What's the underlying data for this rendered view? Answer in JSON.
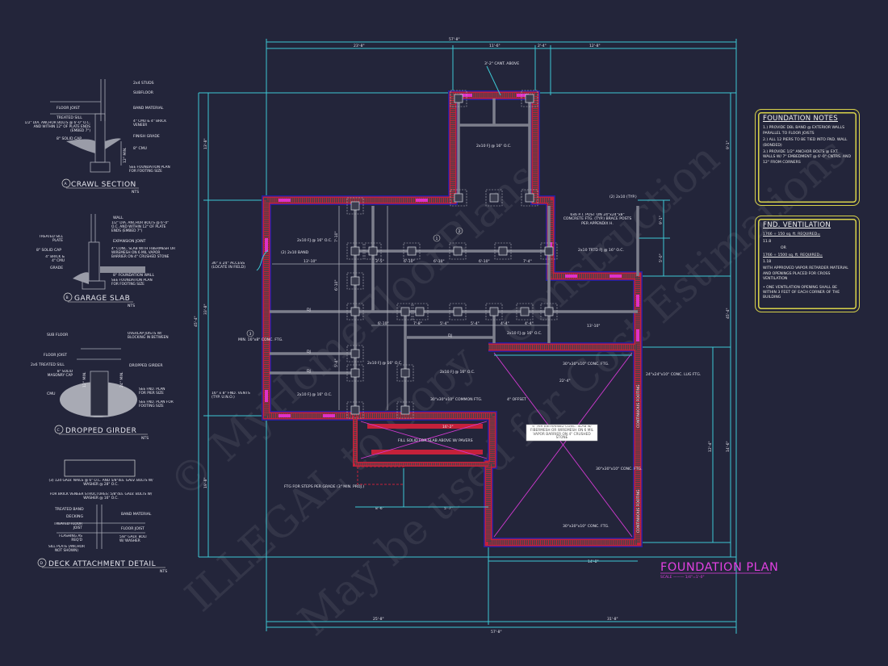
{
  "watermark": [
    "© MyHomeFloorPlans",
    "ILLEGAL to Copy",
    "May be used for Cost Estimations",
    "Construction"
  ],
  "colors": {
    "background": "#23253a",
    "dimension": "#3cc8d4",
    "wall": "#c4213a",
    "title": "#e040e0",
    "note_border": "#d8d24a",
    "vent": "#e030c8"
  },
  "title": {
    "text": "FOUNDATION PLAN",
    "scale": "SCALE ——— 1/4\"=1'-0\""
  },
  "foundation_notes": {
    "title": "FOUNDATION NOTES",
    "items": [
      "1.) PROVIDE DBL BAND @ EXTERIOR WALLS PARALLEL TO FLOOR JOISTS",
      "2.) ALL 12 PIERS TO BE TIED INTO FND. WALL (BONDED)",
      "3.) PROVIDE 1/2\" ANCHOR BOLTS @ EXT. WALLS W/ 7\" EMBEDMENT @ 6'-0\" CNTRS. AND 12\" FROM CORNERS"
    ]
  },
  "ventilation": {
    "title": "FND. VENTILATION",
    "lines": [
      "1766 ÷ 150 sq. ft. REQUIRED=",
      "11.8",
      "OR",
      "1766 ÷ 1500 sq. ft. REQUIRED=",
      "1.18",
      "WITH APPROVED VAPOR RETARDER MATERIAL AND OPENINGS PLACED FOR CROSS VENTILATION",
      "• ONE VENTILATION OPENING SHALL BE WITHIN 3 FEET OF EACH CORNER OF THE BUILDING"
    ]
  },
  "details": {
    "a": {
      "letter": "A",
      "title": "CRAWL SECTION",
      "nts": "NTS",
      "labels": [
        "2x4 STUDS",
        "SUBFLOOR",
        "FLOOR JOIST",
        "BAND MATERIAL",
        "TREATED SILL",
        "1/2\" DIA. ANCHOR BOLTS @ 6'-0\" O.C. AND WITHIN 12\" OF PLATE ENDS (EMBED 7\")",
        "4\" CMU & 4\" BRICK VENEER",
        "8\" SOLID CAP",
        "FINISH GRADE",
        "8\" CMU",
        "12\" MIN.",
        "SEE FOUNDATION PLAN FOR FOOTING SIZE"
      ]
    },
    "b": {
      "letter": "B",
      "title": "GARAGE SLAB",
      "nts": "NTS",
      "labels": [
        "WALL",
        "1/2\" DIA. ANCHOR BOLTS @ 6'-0\" O.C. AND WITHIN 12\" OF PLATE ENDS (EMBED 7\")",
        "TREATED SILL PLATE",
        "EXPANSION JOINT",
        "8\" SOLID CAP",
        "4\" BRICK & 4\" CMU",
        "4\" CONC. SLAB WITH FIBERMESH OR WIREMESH ON 6 MIL VAPOR BARRIER ON 4\" CRUSHED STONE",
        "GRADE",
        "8\" FOUNDATION WALL",
        "SEE FOUNDATION PLAN FOR FOOTING SIZE"
      ]
    },
    "c": {
      "letter": "C",
      "title": "DROPPED GIRDER",
      "nts": "NTS",
      "labels": [
        "SUB FLOOR",
        "OVERLAP JOISTS W/ BLOCKING IN BETWEEN",
        "FLOOR JOIST",
        "2x6 TREATED SILL",
        "DROPPED GIRDER",
        "8\" SOLID MASONRY CAP",
        "CMU",
        "SEE FND. PLAN FOR PIER SIZE",
        "SEE FND. PLAN FOR FOOTING SIZE",
        "24\" MIN.",
        "12\" MIN."
      ]
    },
    "d": {
      "letter": "D",
      "title": "DECK ATTACHMENT DETAIL",
      "nts": "NTS",
      "labels": [
        "(3) 12d GALV. NAILS @ 6\" O.C. AND 5/8\"dia. GALV. BOLTS W/ WASHER @ 28\" O.C.",
        "FOR BRICK VENEER STRUCTURES: 5/8\"dia. GALV. BOLTS W/ WASHER @ 16\" O.C.",
        "TREATED BAND",
        "DECKING",
        "BAND MATERIAL",
        "TREATED FLOOR JOIST",
        "FLOOR JOIST",
        "FLASHING AS REQ'D",
        "5/8\" GALV. BOLT W/ WASHER",
        "SILL PLATE (ANCHOR NOT SHOWN)"
      ]
    }
  },
  "plan": {
    "dims_top": {
      "overall": "57'-8\"",
      "segments": [
        "23'-8\"",
        "11'-6\"",
        "2'-4\"",
        "12'-8\""
      ]
    },
    "dims_bottom": {
      "overall": "57'-8\"",
      "segments": [
        "25'-8\"",
        "31'-8\""
      ]
    },
    "dims_left": {
      "overall": "45'-4\"",
      "segments": [
        "13'-8\"",
        "33'-8\"",
        "19'-8\""
      ]
    },
    "dims_right": {
      "overall": "45'-4\"",
      "segments": [
        "9'-1\"",
        "9'-1\"",
        "5'-0\"",
        "12'-4\"",
        "14'-6\""
      ]
    },
    "dims_inner": [
      "13'-10\"",
      "3'-5\"",
      "6'-10\"",
      "6'-10\"",
      "6'-10\"",
      "7'-4\"",
      "6'-10\"",
      "7'-8\"",
      "5'-4\"",
      "5'-4\"",
      "4'-4\"",
      "4'-4\"",
      "13'-10\"",
      "8'-6\"",
      "5'-7\"",
      "16'-2\"",
      "22'-4\"",
      "14'-8\"",
      "7'-10\"",
      "6'-10\"",
      "5'-4\""
    ],
    "labels": {
      "cantilever": "3'-2\" CANT. ABOVE",
      "band": "(2) 2x10 BAND",
      "access": "36\" x 24\" ACCESS (LOCATE IN FIELD)",
      "min_ftg": "MIN. 16\"x8\" CONC. FTG.",
      "vents": "16\" x 8\" FND. VENTS (TYP. U.N.O.)",
      "post": "6x6 P.T. POST ON 24\"x24\"x8\" CONCRETE FTG. (TYP.) BRACE POSTS PER APPENDIX H.",
      "band_typ": "(2) 2x10 (TYP.)",
      "trtd_fj": "2x10 TRTD FJ @ 16\" O.C.",
      "fj": "2x10 FJ @ 16\" O.C.",
      "dj": "DJ",
      "offset": "4\" OFFSET",
      "slab": "4\" AIR ENTRAINED CONC. SLAB w/ FIBERMESH OR WIREMESH ON 6 MIL VAPOR BARRIER ON 4\" CRUSHED STONE",
      "fill_solid": "FILL SOLID FOR SLAB ABOVE W/ PAVERS",
      "steps": "FTG FOR STEPS PER GRADE (3\" MIN. PROJ.)",
      "conc_ftg": "30\"x30\"x10\" CONC. FTG.",
      "common_ftg": "30\"x30\"x10\" COMMON FTG.",
      "lug_ftg": "24\"x24\"x10\" CONC. LUG FTG.",
      "continuous": "CONTINUOUS FOOTING",
      "tag1": "1",
      "tag2": "2",
      "tag3": "3",
      "tag_b": "B"
    }
  }
}
